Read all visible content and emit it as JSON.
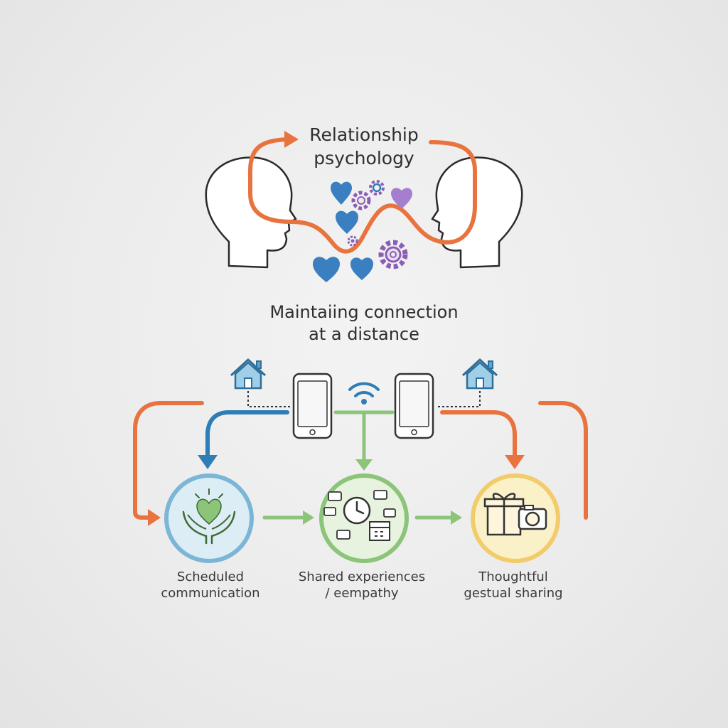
{
  "title_top": [
    "Relationship",
    "psychology"
  ],
  "title_mid": [
    "Maintaiing connection",
    "at a distance"
  ],
  "nodes": [
    {
      "label": [
        "Scheduled",
        "communication"
      ],
      "icon": "heart-in-hands-icon",
      "ring": "#7bb6d6",
      "fill": "#dcedf5"
    },
    {
      "label": [
        "Shared experiences",
        "/ eempathy"
      ],
      "icon": "clock-calendar-chat-icon",
      "ring": "#8cc47a",
      "fill": "#e7f3df"
    },
    {
      "label": [
        "Thoughtful",
        "gestual sharing"
      ],
      "icon": "gift-camera-icon",
      "ring": "#f2cc6a",
      "fill": "#fbf1c9"
    }
  ],
  "colors": {
    "orange": "#e8733f",
    "blue": "#2f7db6",
    "green": "#8cc47a",
    "purple": "#8b5db7",
    "heart_blue": "#3a7fc0",
    "heart_purple": "#a47fcf",
    "house": "#5aa5cf"
  },
  "icons": [
    "head-silhouette-icon",
    "heart-icon",
    "gear-icon",
    "house-icon",
    "smartphone-icon",
    "wifi-icon"
  ]
}
